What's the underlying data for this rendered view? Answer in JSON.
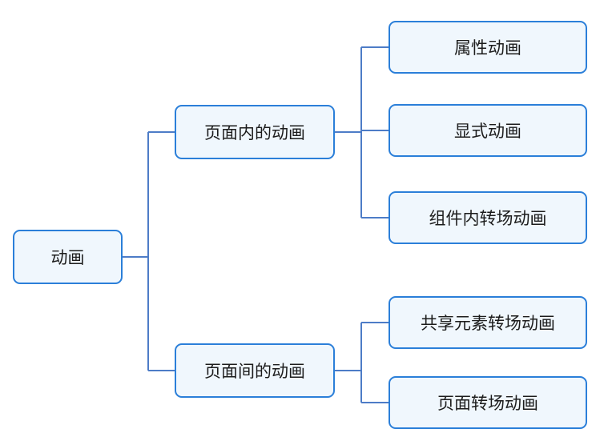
{
  "diagram": {
    "root": {
      "label": "动画"
    },
    "branches": [
      {
        "label": "页面内的动画",
        "children": [
          {
            "label": "属性动画"
          },
          {
            "label": "显式动画"
          },
          {
            "label": "组件内转场动画"
          }
        ]
      },
      {
        "label": "页面间的动画",
        "children": [
          {
            "label": "共享元素转场动画"
          },
          {
            "label": "页面转场动画"
          }
        ]
      }
    ],
    "colors": {
      "node_border": "#2b7fd9",
      "node_fill": "#f0f7fd",
      "connector": "#4d7cc7",
      "text": "#1c1c1c",
      "canvas": "#ffffff"
    }
  }
}
